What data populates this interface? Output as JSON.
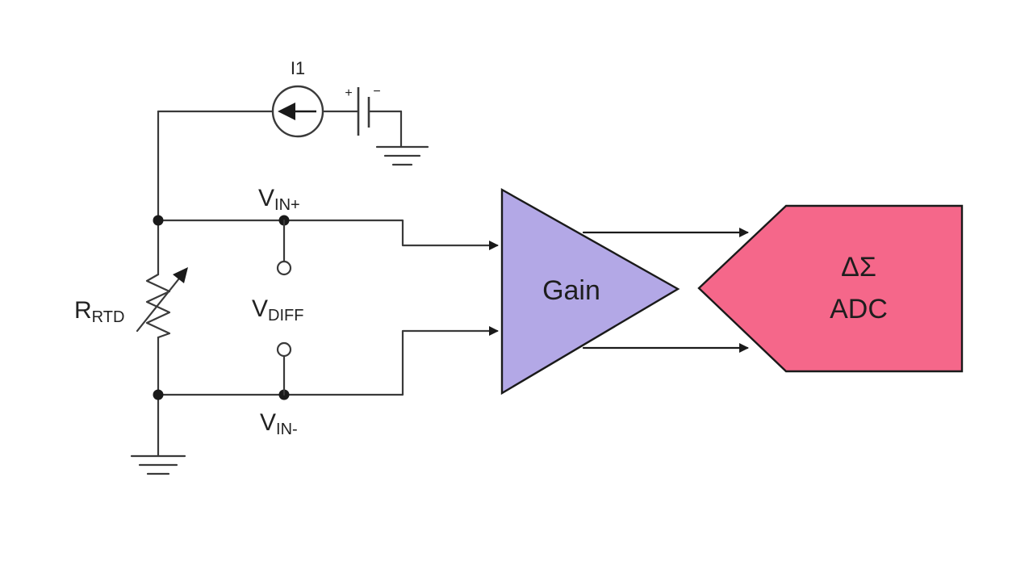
{
  "labels": {
    "i1": "I1",
    "vin_plus": {
      "main": "V",
      "sub": "IN+"
    },
    "vin_minus": {
      "main": "V",
      "sub": "IN-"
    },
    "vdiff": {
      "main": "V",
      "sub": "DIFF"
    },
    "rrtd": {
      "main": "R",
      "sub": "RTD"
    },
    "battery_plus": "+",
    "battery_minus": "−"
  },
  "blocks": {
    "gain": {
      "label": "Gain",
      "color": "#b3a8e6"
    },
    "adc": {
      "line1": "ΔΣ",
      "line2": "ADC",
      "color": "#f5678a"
    }
  },
  "colors": {
    "wire": "#3a3a3a",
    "outline": "#1a1a1a"
  }
}
